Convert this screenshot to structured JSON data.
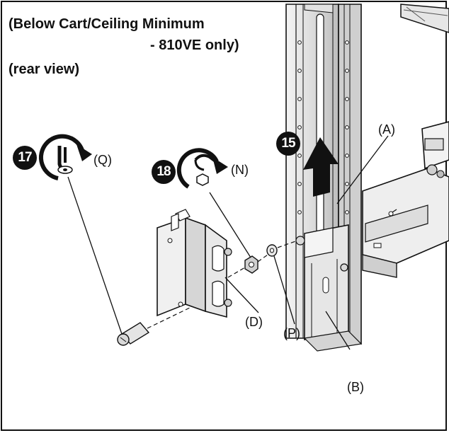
{
  "header": {
    "line1": "(Below Cart/Ceiling Minimum",
    "line2": "- 810VE only)",
    "view": "(rear view)"
  },
  "steps": {
    "raise": "15",
    "tighten_screw": "17",
    "tighten_nut": "18"
  },
  "callouts": {
    "a": "(A)",
    "b": "(B)",
    "d": "(D)",
    "n": "(N)",
    "p": "(P)",
    "q": "(Q)"
  },
  "icons": {
    "raise": "up-arrow-icon",
    "screw_tool": "hex-key-rotate-icon",
    "nut_tool": "wrench-rotate-icon"
  },
  "colors": {
    "ink": "#111111",
    "metal_light": "#eeeeee",
    "metal_mid": "#d0d0d0",
    "metal_dark": "#a8a8a8",
    "paper": "#ffffff"
  }
}
